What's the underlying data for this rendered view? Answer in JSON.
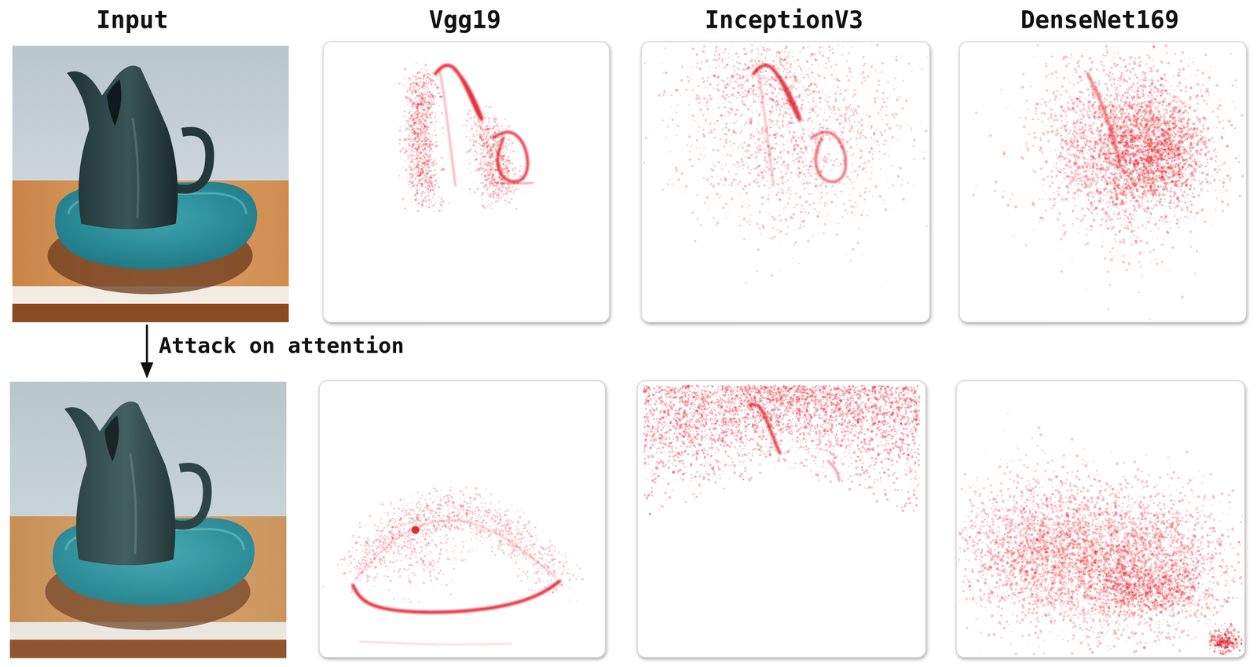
{
  "diagram": {
    "labels": [
      "Input",
      "Vgg19",
      "InceptionV3",
      "DenseNet169",
      "Attack on attention"
    ]
  }
}
